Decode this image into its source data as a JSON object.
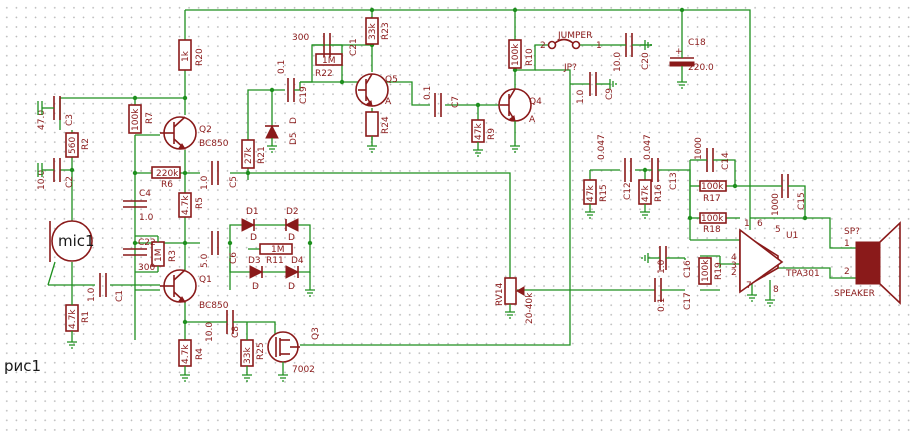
{
  "figure_label": "рис1",
  "components": {
    "mic": {
      "ref": "mic1"
    },
    "C1": {
      "ref": "C1",
      "value": "1.0"
    },
    "C2": {
      "ref": "C2",
      "value": "10.0"
    },
    "C3": {
      "ref": "C3",
      "value": "47.0"
    },
    "C4": {
      "ref": "C4",
      "value": "1.0"
    },
    "C5": {
      "ref": "C5",
      "value": "1.0"
    },
    "C6": {
      "ref": "C6",
      "value": "5.0"
    },
    "C7": {
      "ref": "C7",
      "value": "0.1"
    },
    "C8": {
      "ref": "C8",
      "value": "10.0"
    },
    "C9": {
      "ref": "C9",
      "value": "1.0"
    },
    "C12": {
      "ref": "C12",
      "value": "0.047"
    },
    "C13": {
      "ref": "C13",
      "value": "0.047"
    },
    "C14": {
      "ref": "C14",
      "value": "1000"
    },
    "C15": {
      "ref": "C15",
      "value": "1000"
    },
    "C16": {
      "ref": "C16",
      "value": "1.0"
    },
    "C17": {
      "ref": "C17",
      "value": "0.1"
    },
    "C18": {
      "ref": "C18",
      "value": "220.0"
    },
    "C19": {
      "ref": "C19",
      "value": "0.1"
    },
    "C20": {
      "ref": "C20",
      "value": "10.0"
    },
    "C21": {
      "ref": "C21",
      "value": "300"
    },
    "C22": {
      "ref": "C22",
      "value": "300"
    },
    "R1": {
      "ref": "R1",
      "value": "4.7k"
    },
    "R2": {
      "ref": "R2",
      "value": "560"
    },
    "R3": {
      "ref": "R3",
      "value": "1M"
    },
    "R4": {
      "ref": "R4",
      "value": "4.7k"
    },
    "R5": {
      "ref": "R5",
      "value": "4.7k"
    },
    "R6": {
      "ref": "R6",
      "value": "220k"
    },
    "R7": {
      "ref": "R7",
      "value": "100k"
    },
    "R9": {
      "ref": "R9",
      "value": "47k"
    },
    "R10": {
      "ref": "R10",
      "value": "100k"
    },
    "R11": {
      "ref": "R11",
      "value": "1M"
    },
    "R15": {
      "ref": "R15",
      "value": "47k"
    },
    "R16": {
      "ref": "R16",
      "value": "47k"
    },
    "R17": {
      "ref": "R17",
      "value": "100k"
    },
    "R18": {
      "ref": "R18",
      "value": "100k"
    },
    "R19": {
      "ref": "R19",
      "value": "100k"
    },
    "R20": {
      "ref": "R20",
      "value": "1k"
    },
    "R21": {
      "ref": "R21",
      "value": "27k"
    },
    "R22": {
      "ref": "R22",
      "value": "1M"
    },
    "R23": {
      "ref": "R23",
      "value": "33k"
    },
    "R24": {
      "ref": "R24",
      "value": ""
    },
    "R25": {
      "ref": "R25",
      "value": "33k"
    },
    "RV14": {
      "ref": "RV14",
      "value": "20-40k"
    },
    "Q1": {
      "ref": "Q1",
      "value": "BC850"
    },
    "Q2": {
      "ref": "Q2",
      "value": "BC850"
    },
    "Q3": {
      "ref": "Q3",
      "value": "7002"
    },
    "Q4": {
      "ref": "Q4",
      "value": "A"
    },
    "Q5": {
      "ref": "Q5",
      "value": "A"
    },
    "D1": {
      "ref": "D1",
      "value": "D"
    },
    "D2": {
      "ref": "D2",
      "value": "D"
    },
    "D3": {
      "ref": "D3",
      "value": "D"
    },
    "D4": {
      "ref": "D4",
      "value": "D"
    },
    "D5": {
      "ref": "D5",
      "value": "D"
    },
    "JP": {
      "ref": "JP?",
      "value": "JUMPER",
      "pin1": "1",
      "pin2": "2"
    },
    "U1": {
      "ref": "U1",
      "value": "TPA301",
      "pins": [
        "4",
        "3",
        "2",
        "1",
        "5",
        "6",
        "7",
        "8"
      ]
    },
    "SP": {
      "ref": "SP?",
      "value": "SPEAKER",
      "pin1": "1",
      "pin2": "2"
    }
  },
  "colors": {
    "wire": "#1e8f1e",
    "part": "#8a1a1a",
    "background": "#ffffff"
  }
}
